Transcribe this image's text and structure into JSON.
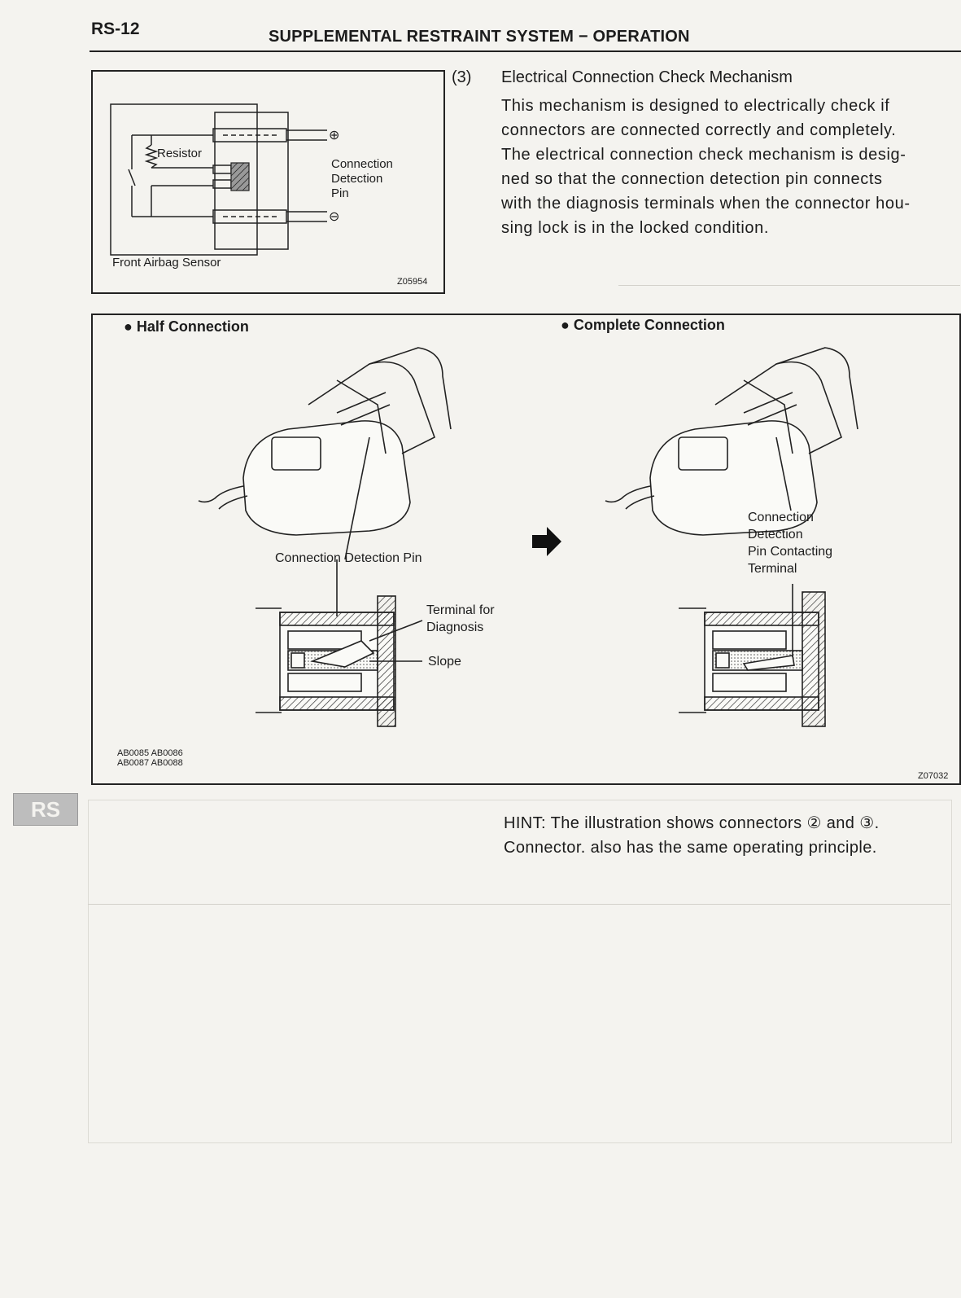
{
  "header": {
    "page_id": "RS-12",
    "title": "SUPPLEMENTAL RESTRAINT SYSTEM − OPERATION"
  },
  "figure1": {
    "label_resistor": "Resistor",
    "label_positive": "⊕",
    "label_negative": "⊖",
    "label_pin_1": "Connection",
    "label_pin_2": "Detection",
    "label_pin_3": "Pin",
    "label_sensor": "Front Airbag Sensor",
    "code": "Z05954"
  },
  "section": {
    "number": "(3)",
    "title": "Electrical Connection Check Mechanism",
    "lines": [
      "This mechanism is designed to electrically check if",
      "connectors are connected correctly and completely.",
      "The electrical connection check mechanism is desig-",
      "ned so that the connection detection pin connects",
      "with the diagnosis terminals when the connector hou-",
      "sing lock is in the locked condition."
    ]
  },
  "figure2": {
    "left_title": "Half Connection",
    "right_title": "Complete Connection",
    "label_detection_pin": "Connection Detection Pin",
    "label_terminal_1": "Terminal for",
    "label_terminal_2": "Diagnosis",
    "label_slope": "Slope",
    "label_contact_1": "Connection",
    "label_contact_2": "Detection",
    "label_contact_3": "Pin Contacting",
    "label_contact_4": "Terminal",
    "codes_line_1": "AB0085 AB0086",
    "codes_line_2": "AB0087 AB0088",
    "code_right": "Z07032"
  },
  "hint": {
    "line1": "HINT: The illustration shows connectors ② and ③.",
    "line2": "Connector. also has the same operating principle."
  },
  "side_tab": {
    "label": "RS"
  }
}
